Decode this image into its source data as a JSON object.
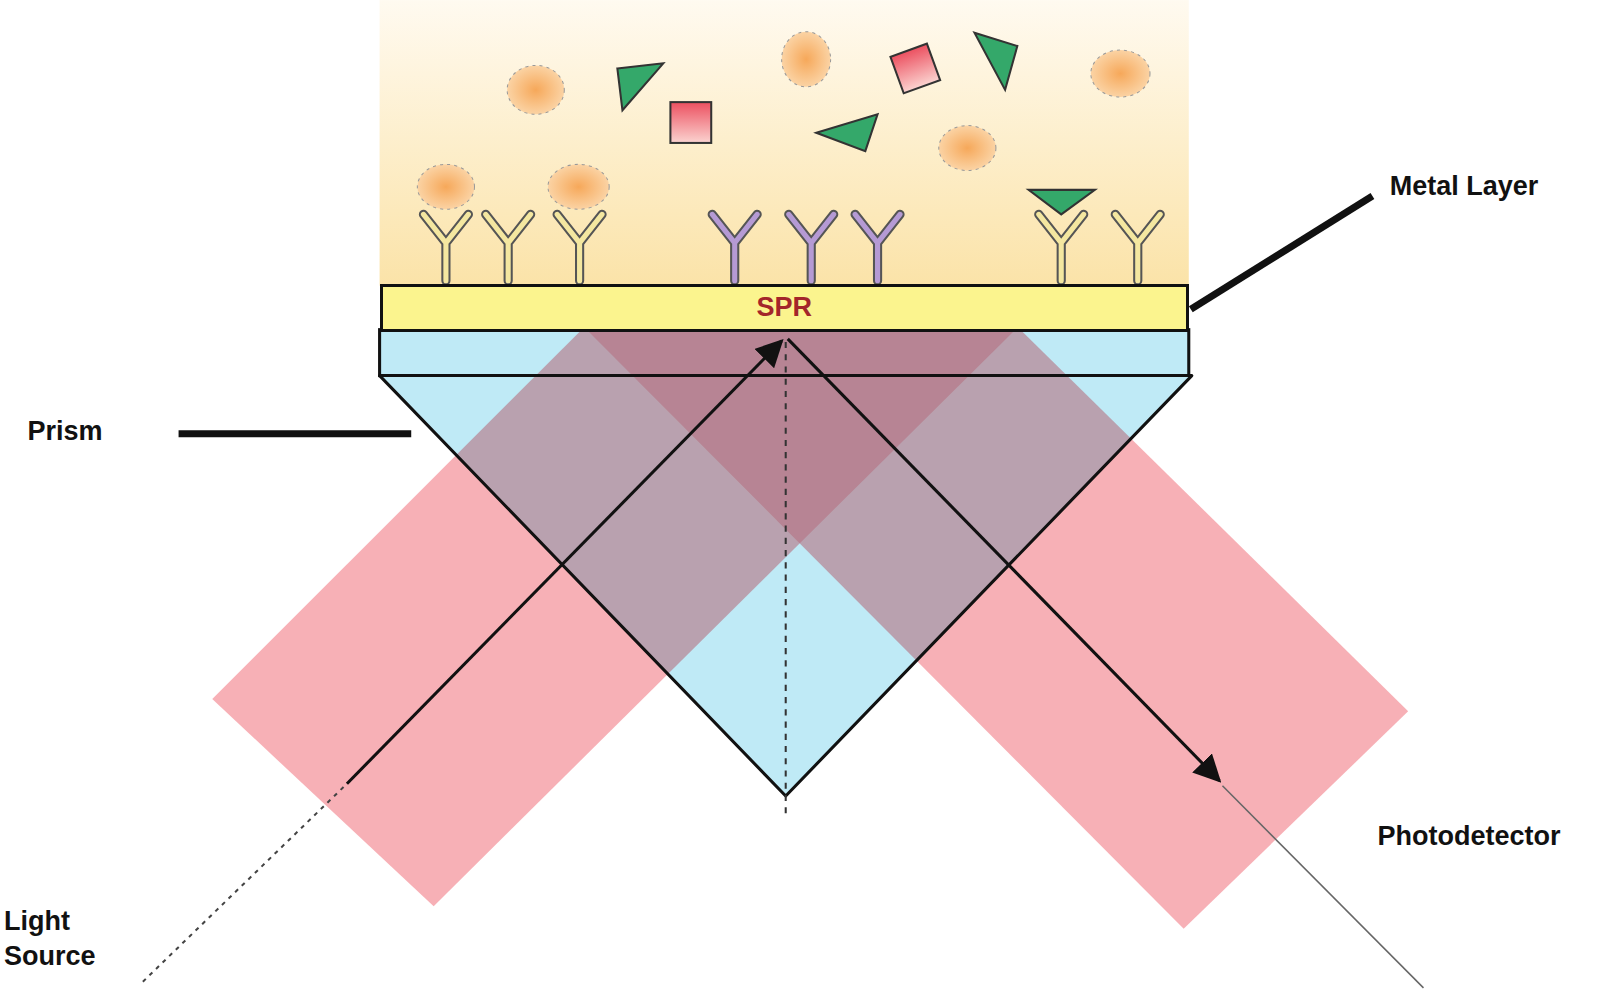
{
  "diagram": {
    "nodes": [
      {
        "text": [
          "SPR"
        ]
      }
    ],
    "edges": [],
    "labels": [
      "Metal Layer",
      "Prism",
      "Photodetector",
      "Light Source"
    ]
  }
}
